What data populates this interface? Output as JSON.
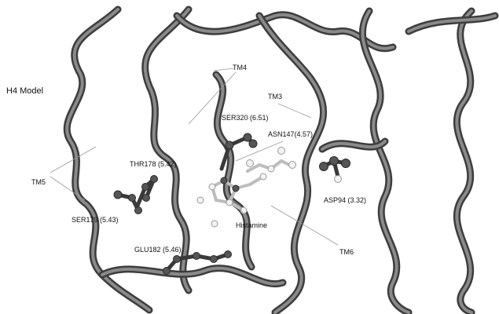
{
  "figure": {
    "title": "H4 Model",
    "helices": [
      {
        "id": "tm3",
        "label": "TM3"
      },
      {
        "id": "tm4",
        "label": "TM4"
      },
      {
        "id": "tm5",
        "label": "TM5"
      },
      {
        "id": "tm6",
        "label": "TM6"
      }
    ],
    "residues": [
      {
        "id": "ser320",
        "label": "SER320 (6.51)"
      },
      {
        "id": "asn147",
        "label": "ASN147(4.57)"
      },
      {
        "id": "thr178",
        "label": "THR178 (5.42)"
      },
      {
        "id": "ser179",
        "label": "SER179 (5.43)"
      },
      {
        "id": "asp94",
        "label": "ASP94 (3.32)"
      },
      {
        "id": "glu182",
        "label": "GLU182 (5.46)"
      }
    ],
    "ligand": {
      "label": "Histamine"
    }
  }
}
